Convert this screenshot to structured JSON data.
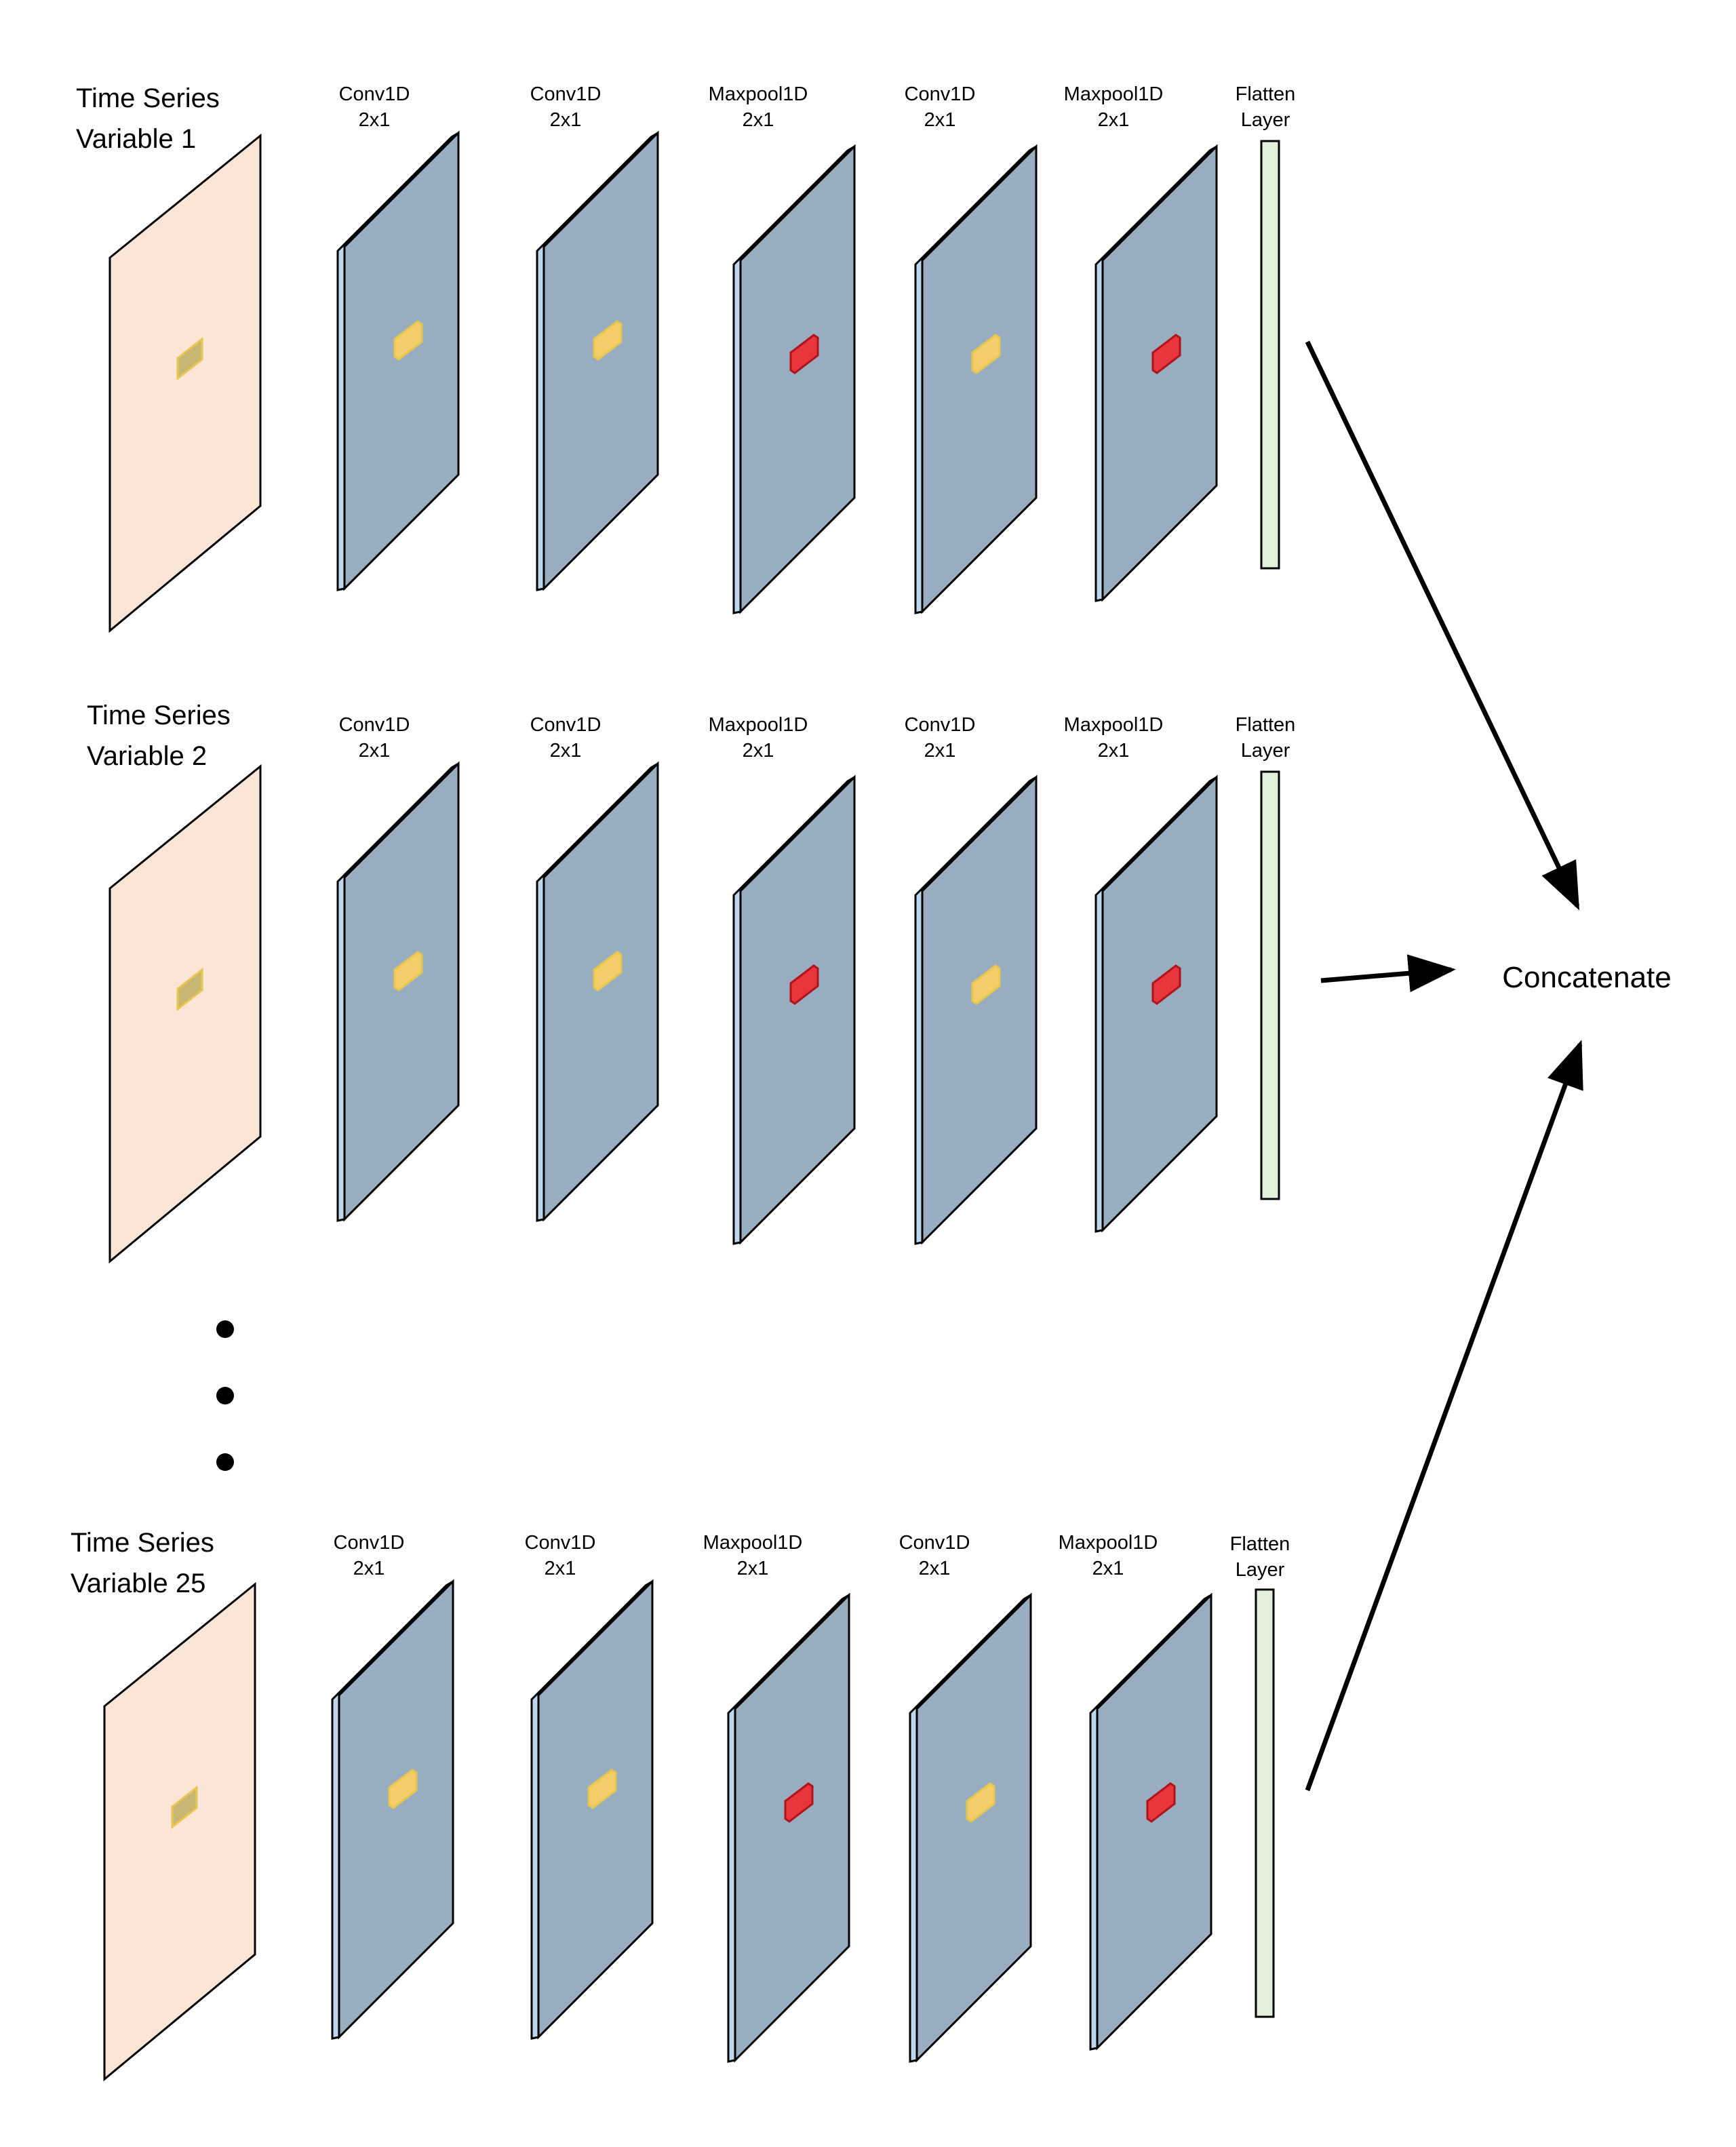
{
  "colors": {
    "input_face": "#fae5d6",
    "layer_face": "#99adc0",
    "layer_side": "#bdd7ee",
    "conv_kernel": "#f2cd6a",
    "conv_kernel_input": "#c7b772",
    "pool_kernel": "#e8363c",
    "flatten_fill": "#e2efda",
    "stroke": "#000000"
  },
  "labels": {
    "concatenate": "Concatenate",
    "ellipsis": "⋮"
  },
  "branches": [
    {
      "title_line1": "Time Series",
      "title_line2": "Variable 1",
      "layers": [
        {
          "line1": "Conv1D",
          "line2": "2x1",
          "kind": "conv"
        },
        {
          "line1": "Conv1D",
          "line2": "2x1",
          "kind": "conv"
        },
        {
          "line1": "Maxpool1D",
          "line2": "2x1",
          "kind": "pool"
        },
        {
          "line1": "Conv1D",
          "line2": "2x1",
          "kind": "conv"
        },
        {
          "line1": "Maxpool1D",
          "line2": "2x1",
          "kind": "pool"
        }
      ],
      "flatten_line1": "Flatten",
      "flatten_line2": "Layer"
    },
    {
      "title_line1": "Time Series",
      "title_line2": "Variable 2",
      "layers": [
        {
          "line1": "Conv1D",
          "line2": "2x1",
          "kind": "conv"
        },
        {
          "line1": "Conv1D",
          "line2": "2x1",
          "kind": "conv"
        },
        {
          "line1": "Maxpool1D",
          "line2": "2x1",
          "kind": "pool"
        },
        {
          "line1": "Conv1D",
          "line2": "2x1",
          "kind": "conv"
        },
        {
          "line1": "Maxpool1D",
          "line2": "2x1",
          "kind": "pool"
        }
      ],
      "flatten_line1": "Flatten",
      "flatten_line2": "Layer"
    },
    {
      "title_line1": "Time Series",
      "title_line2": "Variable 25",
      "layers": [
        {
          "line1": "Conv1D",
          "line2": "2x1",
          "kind": "conv"
        },
        {
          "line1": "Conv1D",
          "line2": "2x1",
          "kind": "conv"
        },
        {
          "line1": "Maxpool1D",
          "line2": "2x1",
          "kind": "pool"
        },
        {
          "line1": "Conv1D",
          "line2": "2x1",
          "kind": "conv"
        },
        {
          "line1": "Maxpool1D",
          "line2": "2x1",
          "kind": "pool"
        }
      ],
      "flatten_line1": "Flatten",
      "flatten_line2": "Layer"
    }
  ]
}
